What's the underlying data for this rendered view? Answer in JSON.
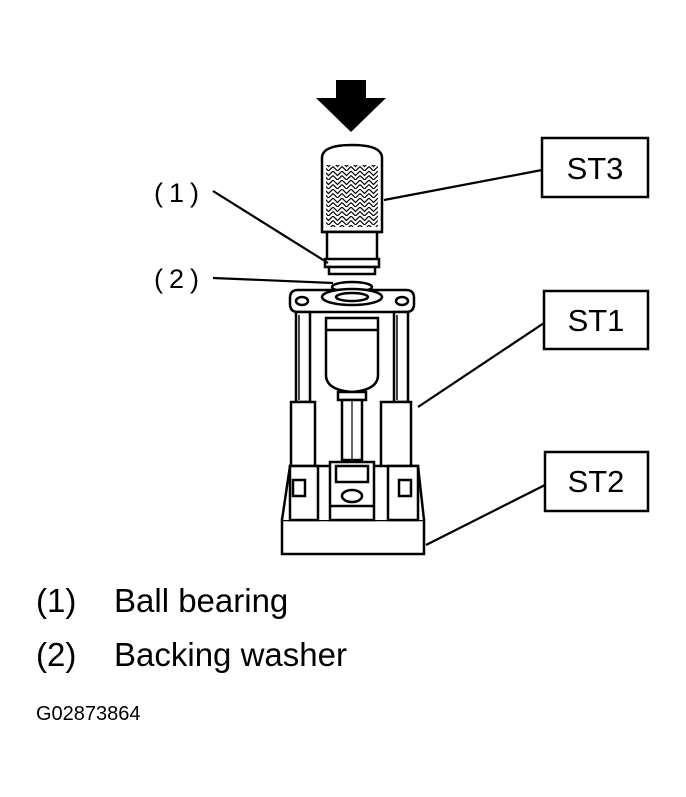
{
  "labels": {
    "st3": "ST3",
    "st1": "ST1",
    "st2": "ST2",
    "callout_1": "(1)",
    "callout_2": "(2)"
  },
  "legend": [
    {
      "num": "(1)",
      "text": "Ball bearing"
    },
    {
      "num": "(2)",
      "text": "Backing washer"
    }
  ],
  "figure_id": "G02873864",
  "icons": {
    "press_direction": "down-arrow-icon"
  }
}
